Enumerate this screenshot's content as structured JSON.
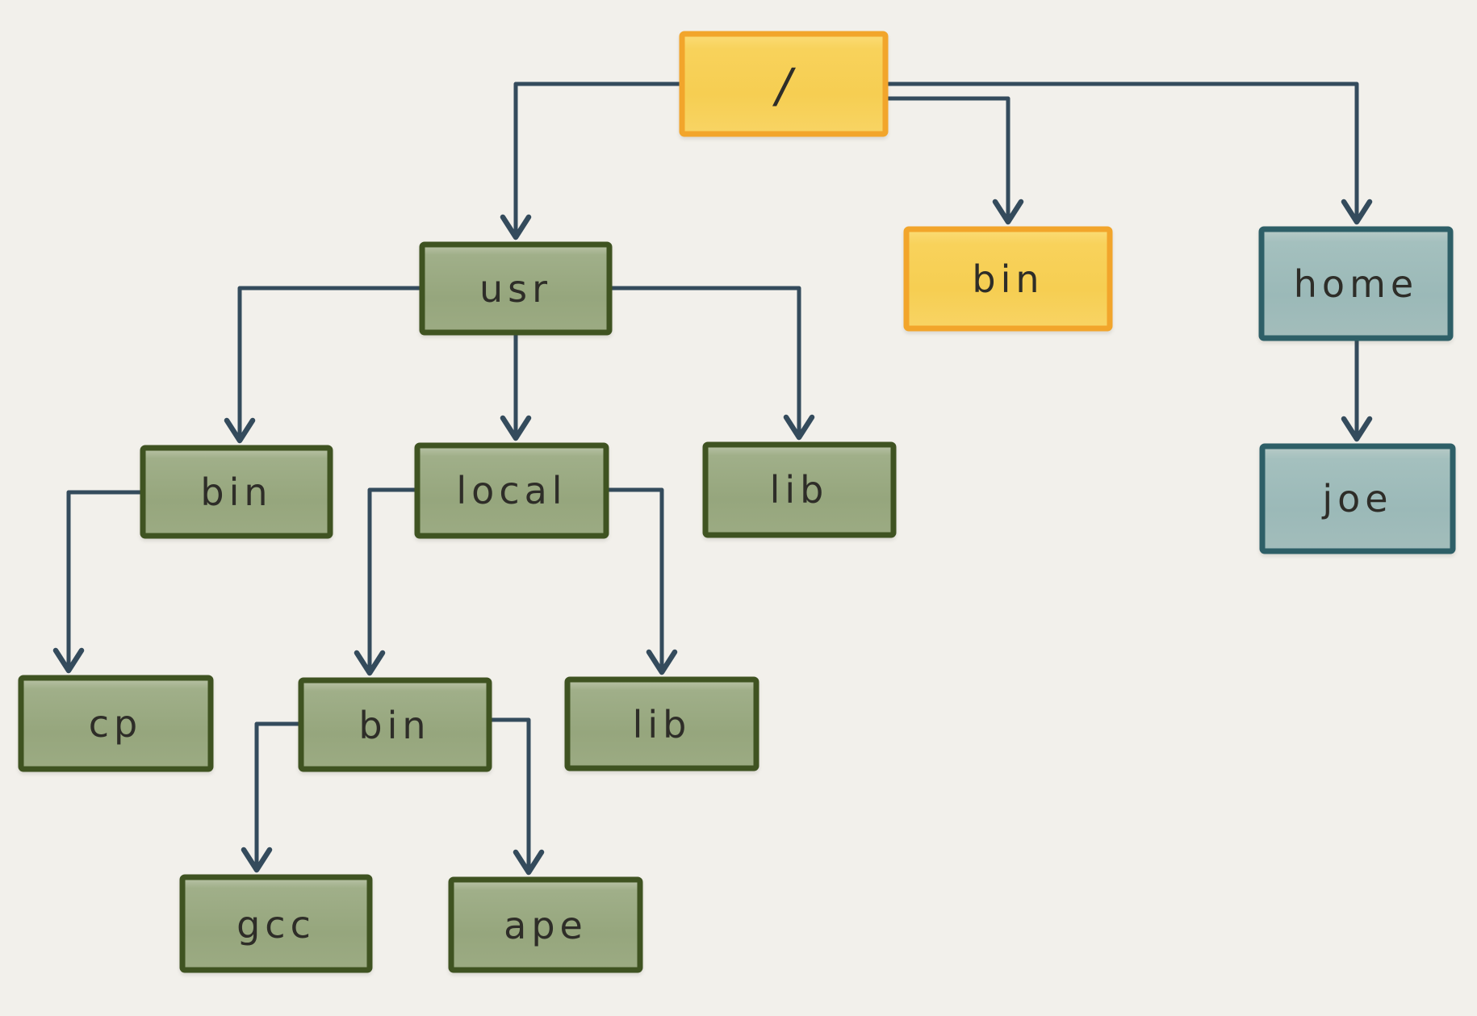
{
  "diagram": {
    "type": "tree",
    "description": "Unix filesystem directory tree diagram, hand-drawn style",
    "background_color": "#F2F0EB",
    "connector_color": "#344B5C",
    "palette": {
      "yellow_fill": "#F7D05C",
      "yellow_border": "#F2A52B",
      "green_fill": "#98A87F",
      "green_border": "#3F5321",
      "teal_fill": "#9DBBB9",
      "teal_border": "#2E5F67",
      "text_color": "#2E2D28"
    },
    "nodes": {
      "root": {
        "label": "/",
        "color": "yellow"
      },
      "usr": {
        "label": "usr",
        "color": "green"
      },
      "bin_root": {
        "label": "bin",
        "color": "yellow"
      },
      "home": {
        "label": "home",
        "color": "teal"
      },
      "usr_bin": {
        "label": "bin",
        "color": "green"
      },
      "usr_local": {
        "label": "local",
        "color": "green"
      },
      "usr_lib": {
        "label": "lib",
        "color": "green"
      },
      "joe": {
        "label": "joe",
        "color": "teal"
      },
      "cp": {
        "label": "cp",
        "color": "green"
      },
      "local_bin": {
        "label": "bin",
        "color": "green"
      },
      "local_lib": {
        "label": "lib",
        "color": "green"
      },
      "gcc": {
        "label": "gcc",
        "color": "green"
      },
      "ape": {
        "label": "ape",
        "color": "green"
      }
    },
    "edges": [
      {
        "from": "/",
        "to": "/usr"
      },
      {
        "from": "/",
        "to": "/bin"
      },
      {
        "from": "/",
        "to": "/home"
      },
      {
        "from": "/usr",
        "to": "/usr/bin"
      },
      {
        "from": "/usr",
        "to": "/usr/local"
      },
      {
        "from": "/usr",
        "to": "/usr/lib"
      },
      {
        "from": "/home",
        "to": "/home/joe"
      },
      {
        "from": "/usr/bin",
        "to": "/usr/bin/cp"
      },
      {
        "from": "/usr/local",
        "to": "/usr/local/bin"
      },
      {
        "from": "/usr/local",
        "to": "/usr/local/lib"
      },
      {
        "from": "/usr/local/bin",
        "to": "/usr/local/bin/gcc"
      },
      {
        "from": "/usr/local/bin",
        "to": "/usr/local/bin/ape"
      }
    ]
  }
}
